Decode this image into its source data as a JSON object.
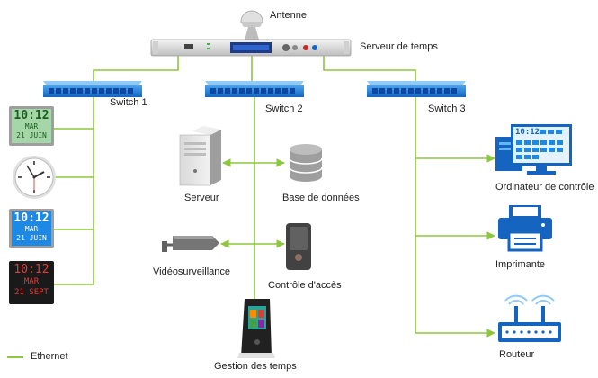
{
  "labels": {
    "antenna": "Antenne",
    "time_server": "Serveur de temps",
    "switch1": "Switch 1",
    "switch2": "Switch 2",
    "switch3": "Switch 3",
    "server": "Serveur",
    "database": "Base de données",
    "video": "Vidéosurveillance",
    "access": "Contrôle d'accès",
    "time_mgmt": "Gestion des temps",
    "computer": "Ordinateur de contrôle",
    "printer": "Imprimante",
    "router": "Routeur"
  },
  "legend": {
    "ethernet": "Ethernet"
  },
  "clocks": {
    "green": {
      "time": "10:12",
      "day": "MAR",
      "date": "21 JUIN"
    },
    "blue": {
      "time": "10:12",
      "day": "MAR",
      "date": "21 JUIN"
    },
    "black": {
      "time": "10:12",
      "day": "MAR",
      "date": "21 SEPT"
    }
  },
  "computer_screen": {
    "time": "10:12"
  },
  "colors": {
    "ethernet_line": "#8dc63f",
    "device_blue": "#1565c0",
    "switch_blue": "#1e88e5"
  }
}
